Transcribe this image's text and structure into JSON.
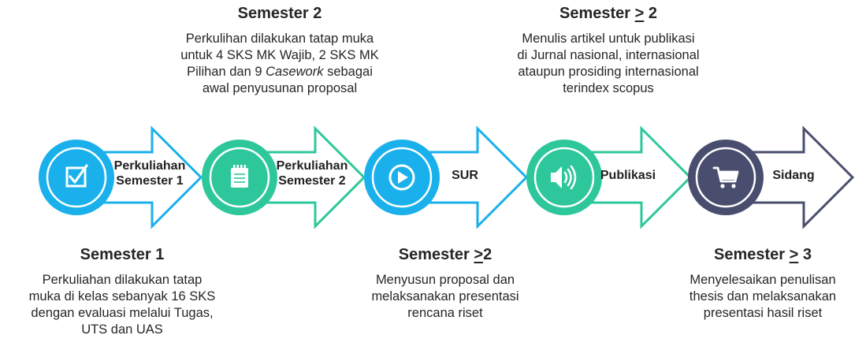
{
  "stages": [
    {
      "label_line1": "Perkuliahan",
      "label_line2": "Semester 1",
      "icon": "checkbox-icon",
      "color": "#1ab0ec"
    },
    {
      "label_line1": "Perkuliahan",
      "label_line2": "Semester 2",
      "icon": "notepad-icon",
      "color": "#2ec79b"
    },
    {
      "label_line1": "SUR",
      "label_line2": "",
      "icon": "play-icon",
      "color": "#1ab0ec"
    },
    {
      "label_line1": "Publikasi",
      "label_line2": "",
      "icon": "speaker-icon",
      "color": "#2ec79b"
    },
    {
      "label_line1": "Sidang",
      "label_line2": "",
      "icon": "cart-icon",
      "color": "#4a4e6e"
    }
  ],
  "top_notes": [
    {
      "heading": "Semester 2",
      "lines": [
        "Perkulihan dilakukan tatap muka",
        "untuk 4 SKS MK Wajib, 2 SKS MK",
        "Pilihan dan 9 Casework sebagai",
        "awal penyusunan proposal"
      ]
    },
    {
      "heading_prefix": "Semester",
      "heading_sym": ">",
      "heading_num": "2",
      "lines": [
        "Menulis artikel untuk publikasi",
        "di Jurnal nasional, internasional",
        "ataupun prosiding internasional",
        "terindex scopus"
      ]
    }
  ],
  "bottom_notes": [
    {
      "heading": "Semester 1",
      "lines": [
        "Perkuliahan dilakukan tatap",
        "muka di kelas sebanyak 16 SKS",
        "dengan evaluasi melalui  Tugas,",
        "UTS dan UAS"
      ]
    },
    {
      "heading_prefix": "Semester",
      "heading_sym": ">",
      "heading_num": "2",
      "lines": [
        "Menyusun proposal dan",
        "melaksanakan presentasi",
        "rencana riset"
      ]
    },
    {
      "heading_prefix": "Semester",
      "heading_sym": ">",
      "heading_num": "3",
      "lines": [
        "Menyelesaikan penulisan",
        "thesis dan melaksanakan",
        "presentasi hasil riset"
      ]
    }
  ]
}
